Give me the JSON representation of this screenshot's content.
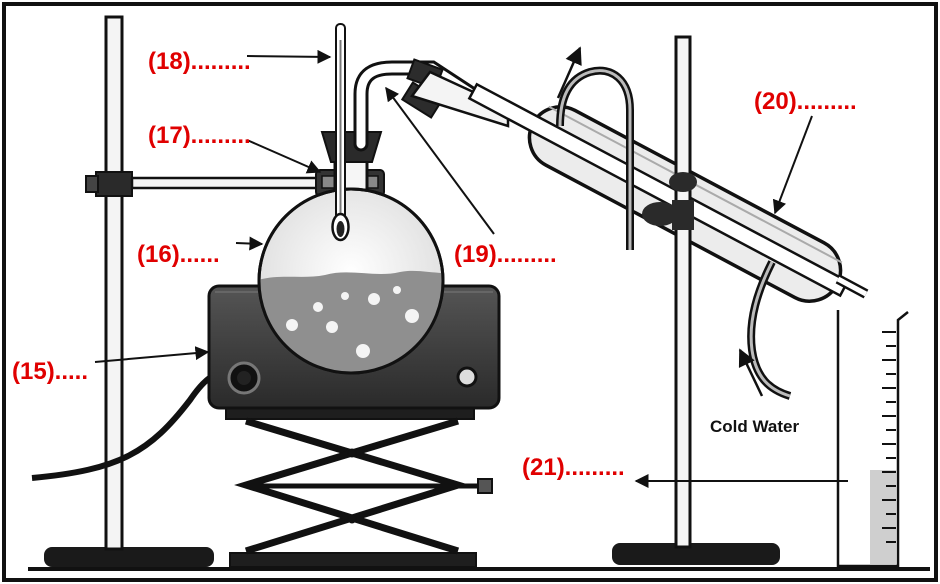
{
  "colors": {
    "label": "#e00000",
    "ink": "#111111",
    "heater": "#3a3a3a",
    "liquid": "#8c8c8c"
  },
  "labels": {
    "l15": "(15).....",
    "l16": "(16)......",
    "l17": "(17).........",
    "l18": "(18).........",
    "l19": "(19).........",
    "l20": "(20).........",
    "l21": "(21)........."
  },
  "cold_water": "Cold Water"
}
